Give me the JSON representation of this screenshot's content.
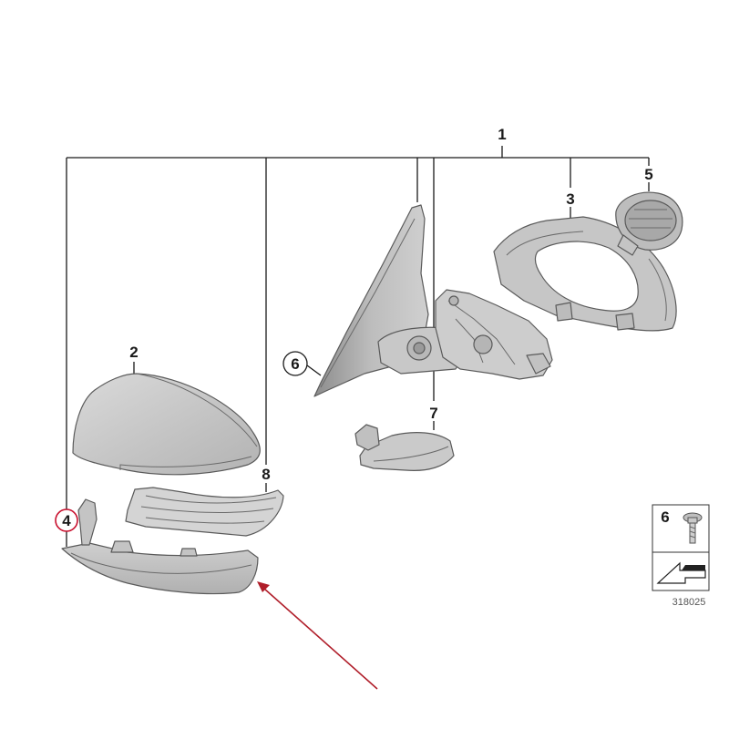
{
  "callouts": {
    "assembly": "1",
    "cap": "2",
    "housing": "3",
    "trim": "4",
    "motor": "5",
    "mirror_base": "6",
    "cover": "7",
    "turn_signal": "8",
    "screw": "6"
  },
  "legend": {
    "screw_label": "6",
    "diagram_number": "318025"
  },
  "colors": {
    "highlight_circle": "#c8102e",
    "arrow": "#b01e2a",
    "part_fill": "#c9c9c9",
    "part_shade": "#a9a9a9"
  }
}
